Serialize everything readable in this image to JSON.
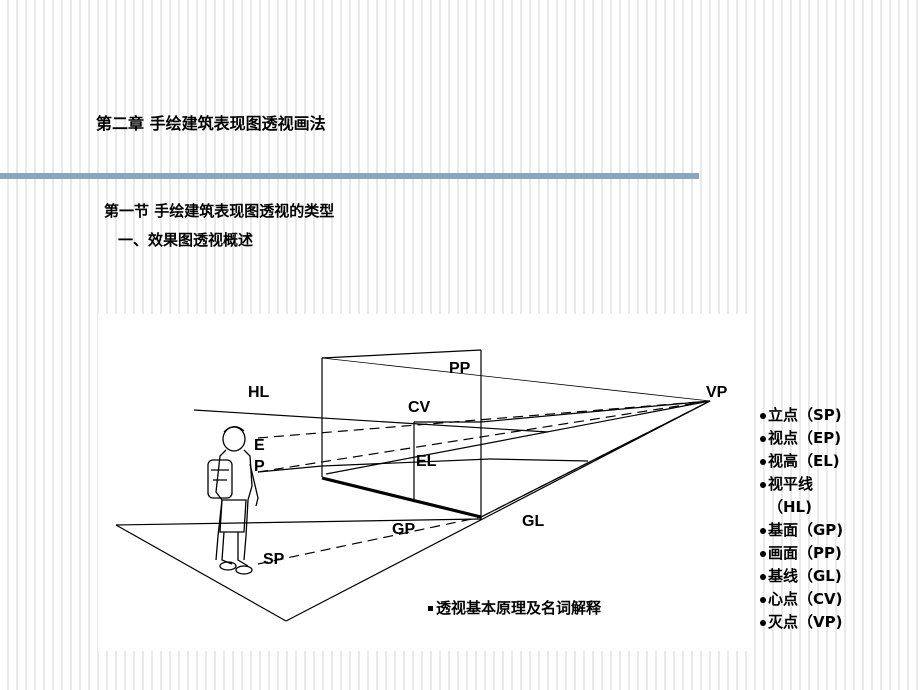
{
  "header": {
    "chapter_title": "第二章  手绘建筑表现图透视画法",
    "section_title": "第一节  手绘建筑表现图透视的类型",
    "subsection_title": "一、效果图透视概述"
  },
  "diagram": {
    "labels": {
      "pp": "PP",
      "hl": "HL",
      "cv": "CV",
      "vp": "VP",
      "e": "E",
      "p": "P",
      "el": "EL",
      "gl": "GL",
      "gp": "GP",
      "sp": "SP"
    },
    "caption": "透视基本原理及名词解释"
  },
  "legend": {
    "items": [
      {
        "text": "立点（SP)"
      },
      {
        "text": "视点（EP)"
      },
      {
        "text": "视高（EL)"
      },
      {
        "text": "视平线",
        "continuation": "（HL)"
      },
      {
        "text": "基面（GP)"
      },
      {
        "text": "画面（PP)"
      },
      {
        "text": "基线（GL)"
      },
      {
        "text": "心点（CV)"
      },
      {
        "text": "灭点（VP)"
      }
    ]
  }
}
